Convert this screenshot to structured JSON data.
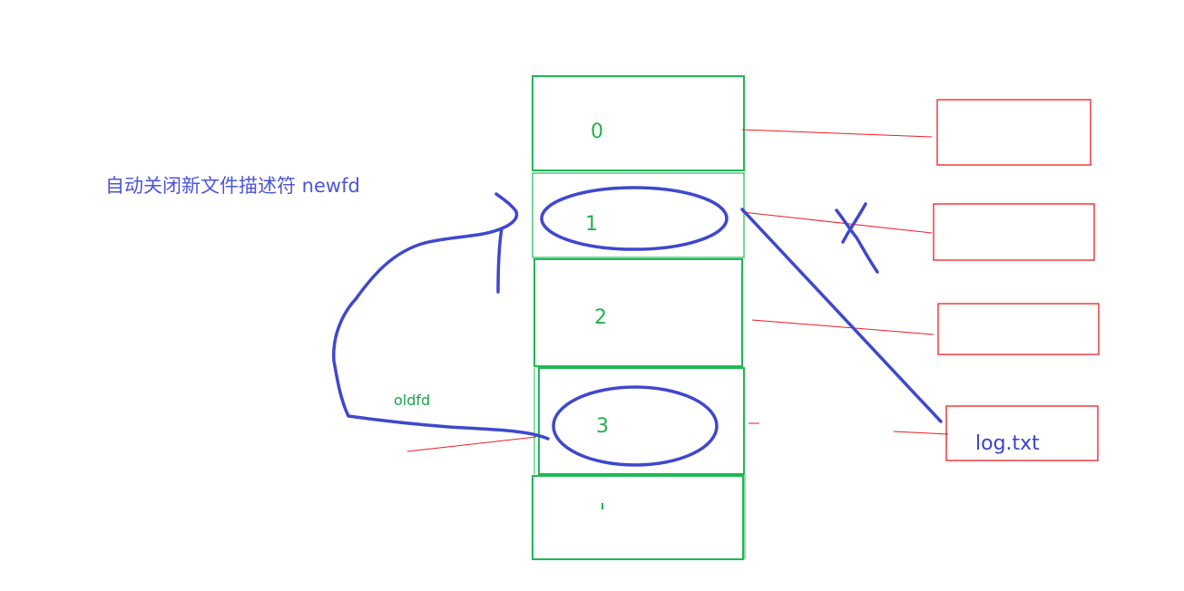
{
  "fd_table": {
    "slots": [
      {
        "label": "0"
      },
      {
        "label": "1"
      },
      {
        "label": "2"
      },
      {
        "label": "3"
      },
      {
        "label": "'"
      }
    ]
  },
  "annotations": {
    "title": "自动关闭新文件描述符 newfd",
    "oldfd": "oldfd"
  },
  "files": {
    "log_file": "log.txt"
  },
  "colors": {
    "table_border": "#1db954",
    "label_green": "#22b14c",
    "pointer_red": "#ed1c24",
    "ink_blue": "#3f48cc"
  }
}
